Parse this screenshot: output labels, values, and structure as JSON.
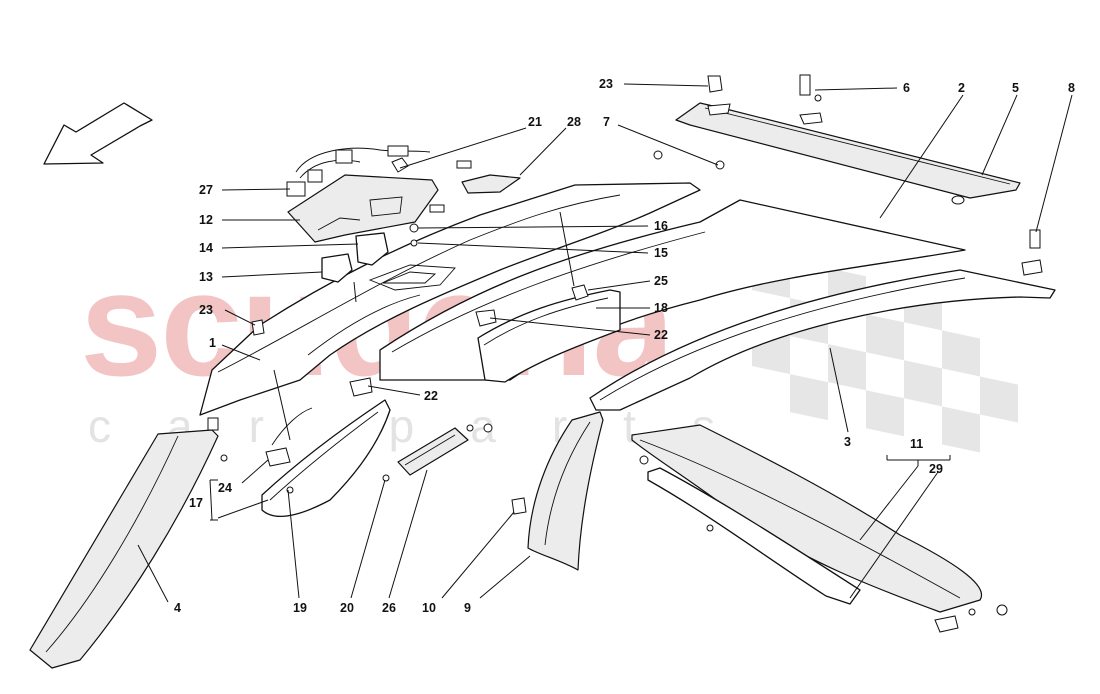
{
  "watermark": {
    "brand": "scuderia",
    "tagline": "car parts"
  },
  "callouts": {
    "c1": "1",
    "c2": "2",
    "c3": "3",
    "c4": "4",
    "c5": "5",
    "c6": "6",
    "c7": "7",
    "c8": "8",
    "c9": "9",
    "c10": "10",
    "c11": "11",
    "c12": "12",
    "c13": "13",
    "c14": "14",
    "c15": "15",
    "c16": "16",
    "c17": "17",
    "c18": "18",
    "c19": "19",
    "c20": "20",
    "c21": "21",
    "c22a": "22",
    "c22b": "22",
    "c23a": "23",
    "c23b": "23",
    "c24": "24",
    "c25": "25",
    "c26": "26",
    "c27": "27",
    "c28": "28",
    "c29": "29"
  },
  "icons": {
    "orientation": "direction-arrow-icon",
    "flag": "checkered-flag-icon"
  }
}
